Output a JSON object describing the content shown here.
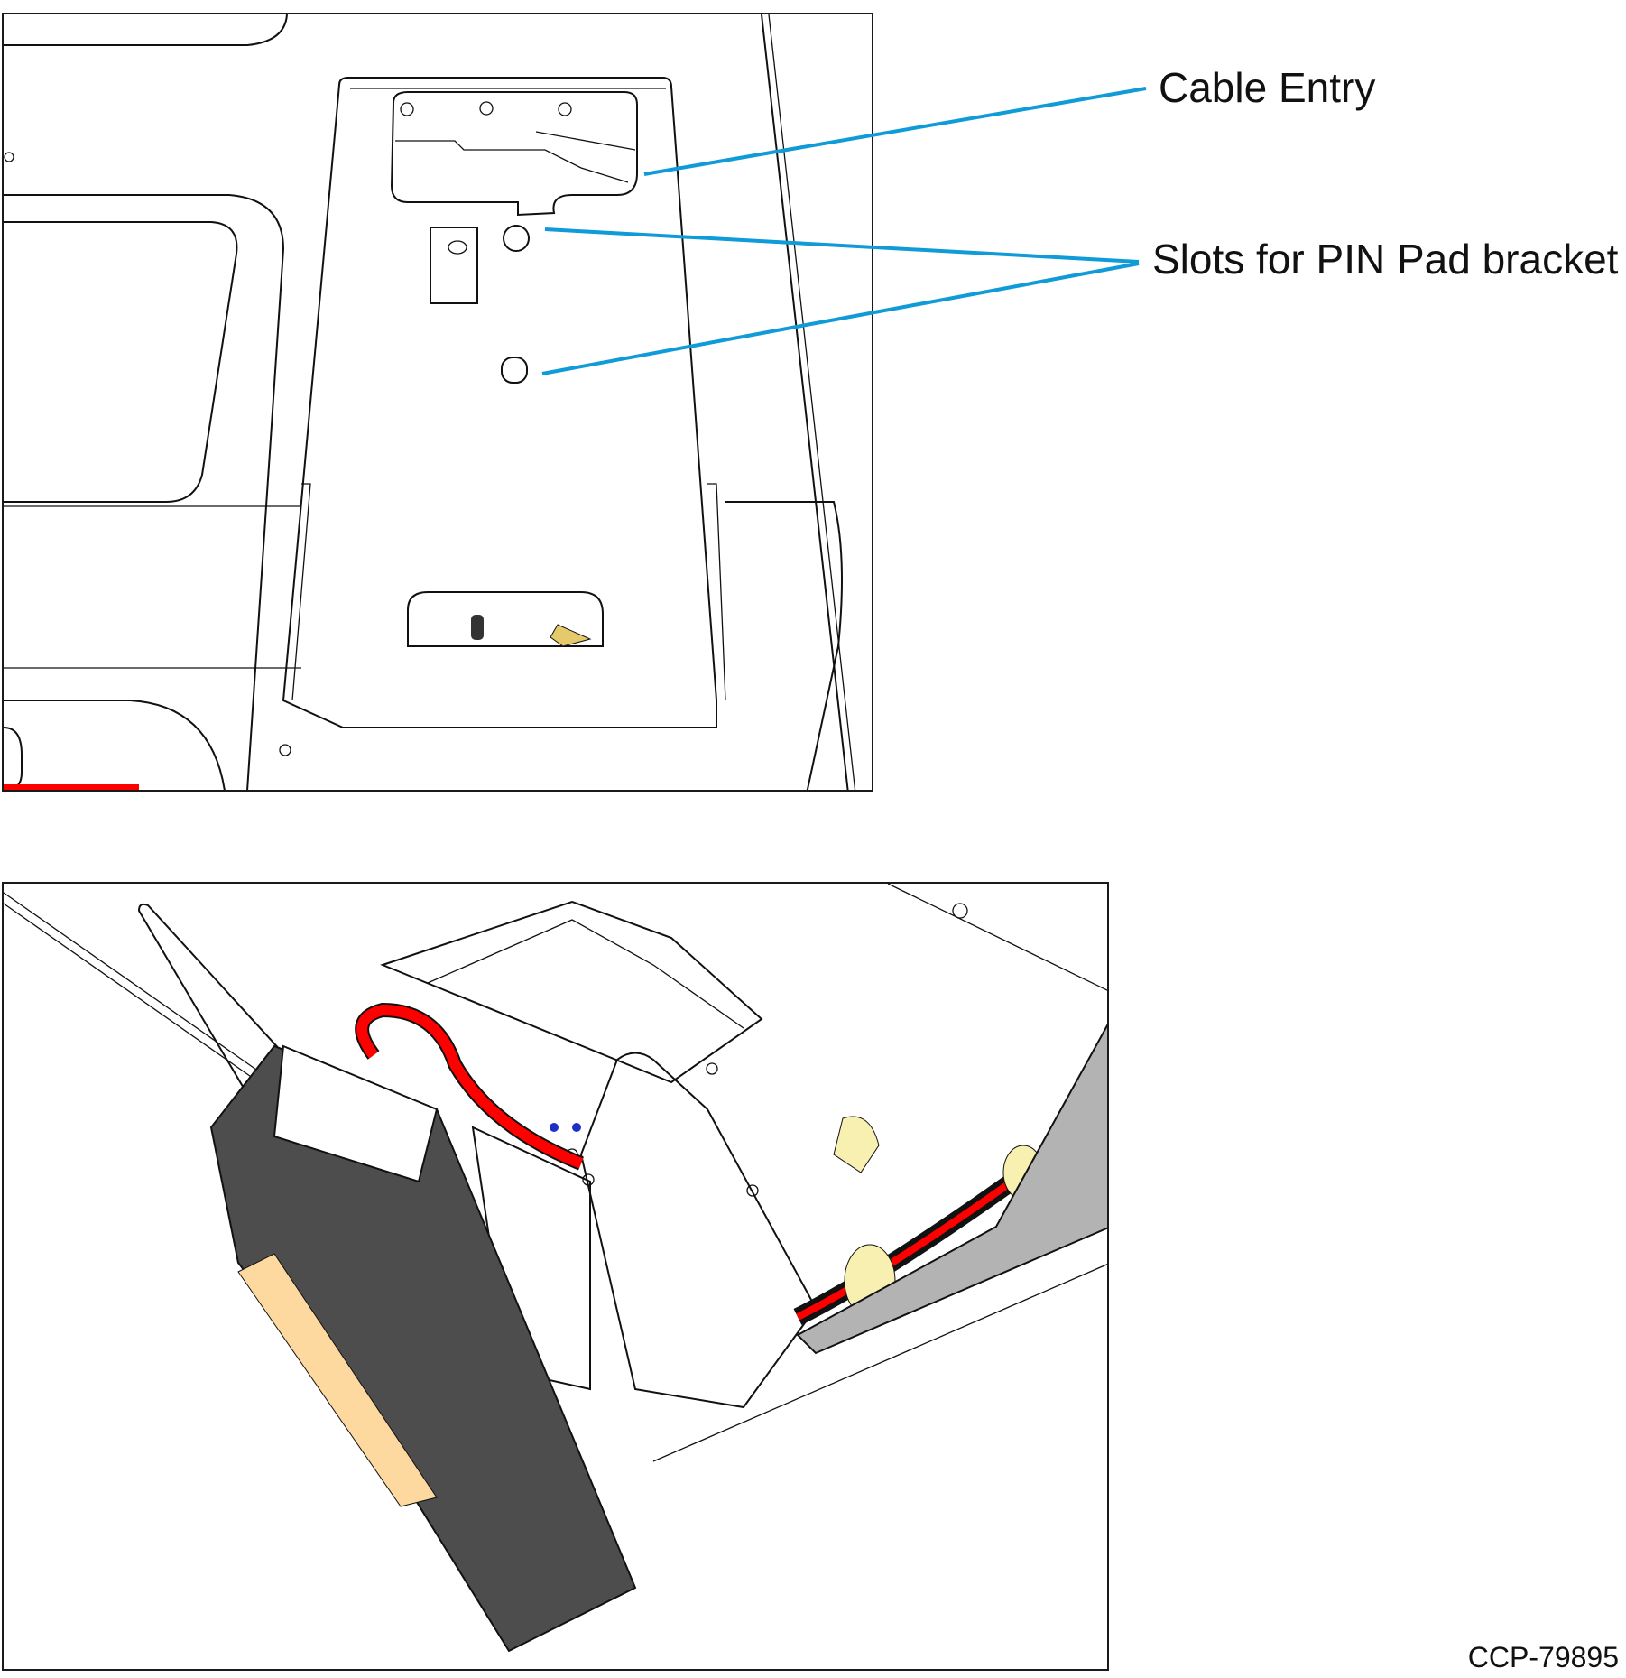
{
  "figure": {
    "id_label": "CCP-79895",
    "callouts": [
      {
        "text": "Cable Entry",
        "target": "cable entry opening on mounting plate"
      },
      {
        "text": "Slots for PIN Pad bracket",
        "target": "two slots on mounting plate"
      }
    ],
    "callout_color": "#0f9ad8",
    "panels": [
      {
        "name": "top",
        "description": "Top view of mounting plate showing cable entry and bracket slots"
      },
      {
        "name": "bottom",
        "description": "Isometric view of PIN pad bracket installed with cable routed through entry"
      }
    ],
    "colors": {
      "cable_red": "#ff0000",
      "pinpad_body": "#4d4d4d",
      "pinpad_face": "#fdd9a0",
      "clip_yellow": "#f7f0b0",
      "bracket_gray": "#b3b3b3",
      "accent_blue": "#1f2ec8"
    }
  }
}
